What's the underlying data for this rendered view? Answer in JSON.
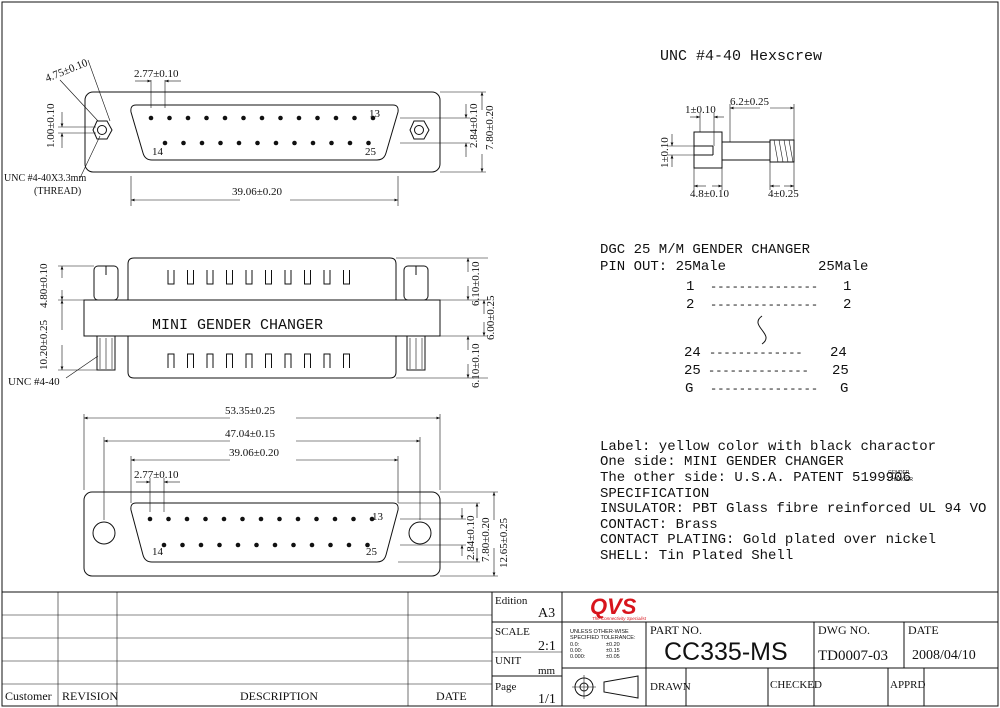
{
  "top_view": {
    "dims": {
      "width_4_75": "4.75±0.10",
      "pitch_2_77": "2.77±0.10",
      "height_1_00": "1.00±0.10",
      "pin_row_2_84": "2.84±0.10",
      "height_7_80": "7.80±0.20",
      "width_39_06": "39.06±0.20"
    },
    "pin_13": "13",
    "pin_14": "14",
    "pin_25": "25",
    "thread_label": "UNC #4-40X3.3mm",
    "thread_paren": "(THREAD)"
  },
  "side_view": {
    "body_label": "MINI GENDER CHANGER",
    "unc_label": "UNC #4-40",
    "dims": {
      "left_4_80": "4.80±0.10",
      "left_10_20": "10.20±0.25",
      "right_6_10_top": "6.10±0.10",
      "right_6_00": "6.00±0.25",
      "right_6_10_bottom": "6.10±0.10"
    }
  },
  "bottom_view": {
    "dims": {
      "w_53_35": "53.35±0.25",
      "w_47_04": "47.04±0.15",
      "w_39_06": "39.06±0.20",
      "pitch_2_77": "2.77±0.10",
      "h_2_84": "2.84±0.10",
      "h_7_80": "7.80±0.20",
      "h_12_65": "12.65±0.25"
    },
    "pin_13": "13",
    "pin_14": "14",
    "pin_25": "25"
  },
  "hexscrew": {
    "title": "UNC  #4-40 Hexscrew",
    "dims": {
      "d_1_top": "1±0.10",
      "d_6_2": "6.2±0.25",
      "d_1_side": "1±0.10",
      "d_4_8": "4.8±0.10",
      "d_4": "4±0.25"
    }
  },
  "pinout": {
    "title": "DGC 25 M/M GENDER CHANGER",
    "left_header": "PIN OUT: 25Male",
    "right_header": "25Male",
    "rows": [
      {
        "left": "1",
        "dashes": "---------------",
        "right": "1"
      },
      {
        "left": "2",
        "dashes": "---------------",
        "right": "2"
      },
      {
        "left": "24",
        "dashes": "-------------",
        "right": "24"
      },
      {
        "left": "25",
        "dashes": "--------------",
        "right": "25"
      },
      {
        "left": "G",
        "dashes": "---------------",
        "right": "G"
      }
    ]
  },
  "notes": {
    "label_line": "Label:  yellow color with black charactor",
    "one_side": "One side: MINI GENDER CHANGER",
    "other_side": "The other side: U.S.A. PATENT 5199906",
    "small_gender": "GENDER",
    "small_changer": "CHANGER",
    "spec_title": "SPECIFICATION",
    "insulator": "INSULATOR: PBT Glass fibre reinforced UL 94 VO",
    "contact": "CONTACT: Brass",
    "plating": "CONTACT PLATING: Gold plated over nickel",
    "shell": "SHELL: Tin Plated Shell"
  },
  "title_block": {
    "customer": "Customer",
    "revision": "REVISION",
    "description": "DESCRIPTION",
    "date_col": "DATE",
    "edition_label": "Edition",
    "edition_value": "A3",
    "scale_label": "SCALE",
    "scale_value": "2:1",
    "unit_label": "UNIT",
    "unit_value": "mm",
    "page_label": "Page",
    "page_value": "1/1",
    "logo": "QVS",
    "logo_tagline": "The Connectivity Specialist",
    "tol_1": "UNLESS OTHER-WISE",
    "tol_2": "SPECIFIED TOLERANCE:",
    "tol_r1_a": "0.0:",
    "tol_r1_b": "±0.20",
    "tol_r2_a": "0.00:",
    "tol_r2_b": "±0.15",
    "tol_r3_a": "0.000:",
    "tol_r3_b": "±0.05",
    "part_no_label": "PART NO.",
    "part_no": "CC335-MS",
    "dwg_no_label": "DWG NO.",
    "dwg_no": "TD0007-03",
    "date_label": "DATE",
    "date_value": "2008/04/10",
    "drawn": "DRAWN",
    "checked": "CHECKED",
    "apprd": "APPRD"
  },
  "colors": {
    "logo_red": "#d8141c",
    "ink": "#111111"
  }
}
